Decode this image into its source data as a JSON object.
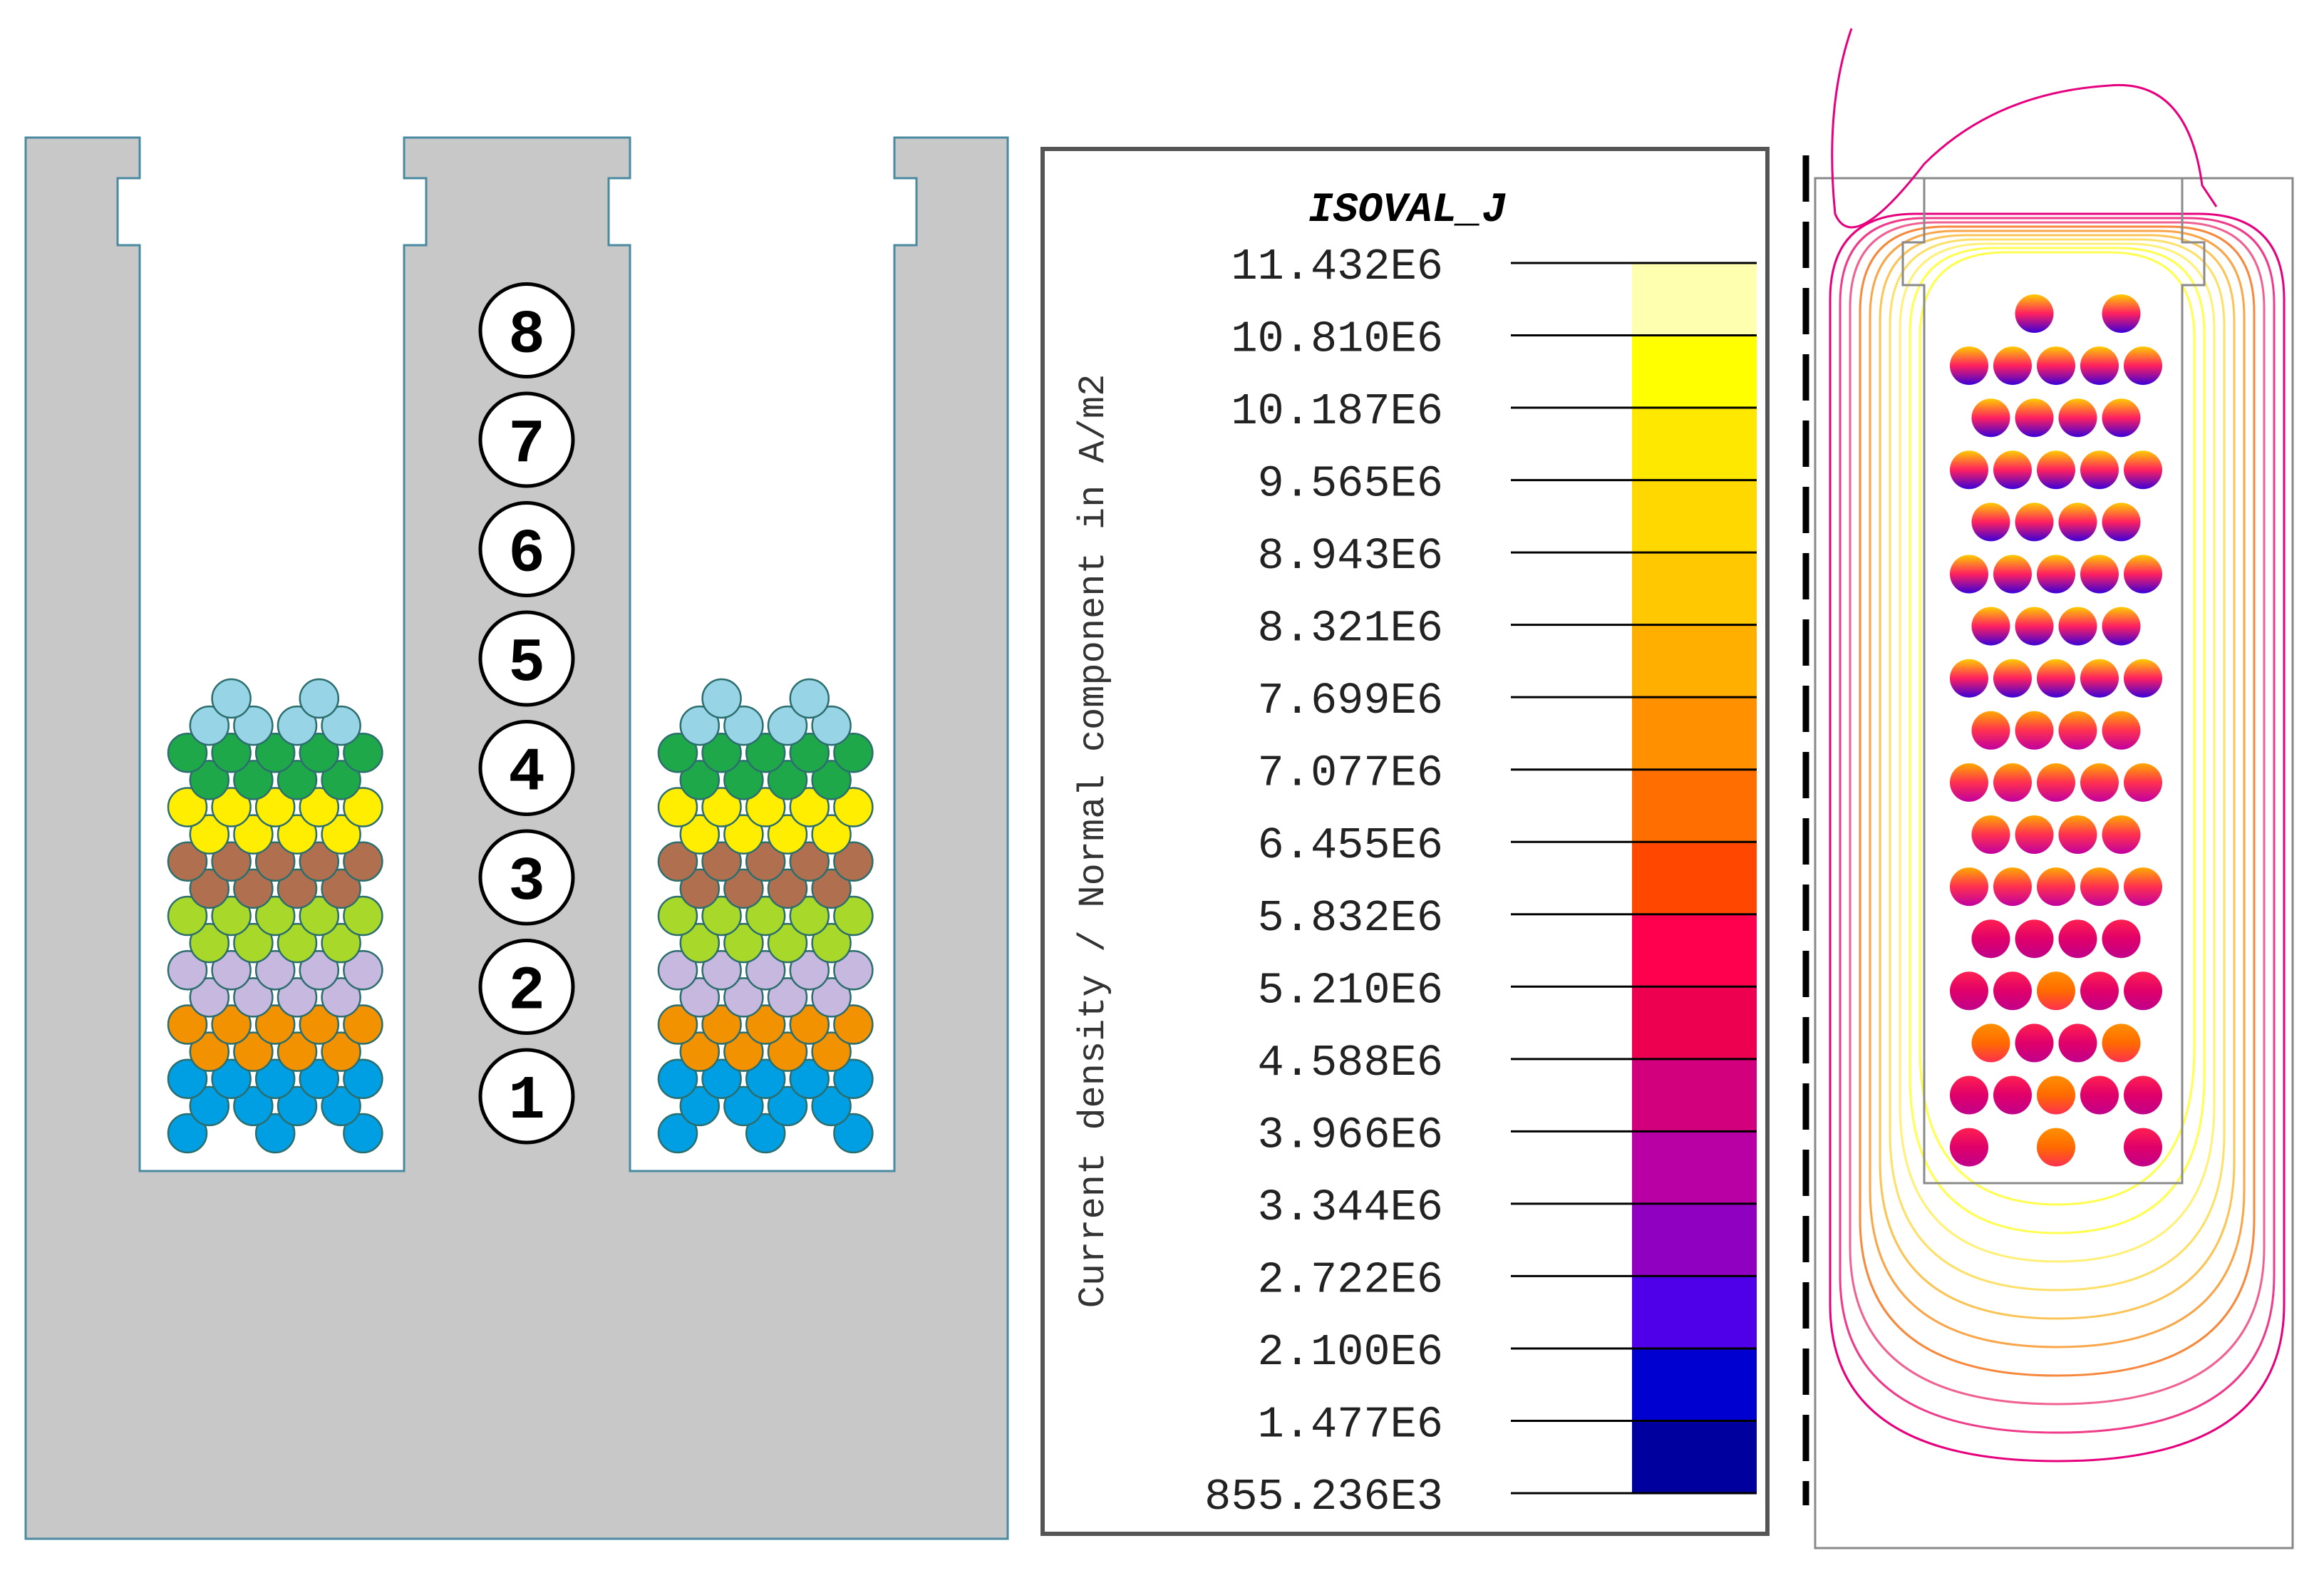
{
  "legend": {
    "title": "ISOVAL_J",
    "axis_label": "Current density / Normal component in A/m2",
    "values": [
      "11.432E6",
      "10.810E6",
      "10.187E6",
      "9.565E6",
      "8.943E6",
      "8.321E6",
      "7.699E6",
      "7.077E6",
      "6.455E6",
      "5.832E6",
      "5.210E6",
      "4.588E6",
      "3.966E6",
      "3.344E6",
      "2.722E6",
      "2.100E6",
      "1.477E6",
      "855.236E3"
    ],
    "colors": [
      "#ffffb0",
      "#ffff00",
      "#ffe800",
      "#ffd800",
      "#ffc800",
      "#ffaf00",
      "#ff9000",
      "#ff6e00",
      "#ff4700",
      "#ff004e",
      "#ee0050",
      "#d2007c",
      "#b800a5",
      "#9000c0",
      "#5000e8",
      "#0000d0",
      "#00009e",
      "#000070"
    ]
  },
  "slot_layers": {
    "numbers": [
      "1",
      "2",
      "3",
      "4",
      "5",
      "6",
      "7",
      "8"
    ],
    "layer_colors": [
      "#009fe3",
      "#f39200",
      "#c7b8e0",
      "#a8d92a",
      "#b07050",
      "#ffee00",
      "#1fa84a",
      "#97d4e6"
    ]
  },
  "field_plot": {
    "contour_colors": [
      "#e6007e",
      "#ee3c8a",
      "#f06292",
      "#f7893f",
      "#f9a64a",
      "#fbc457",
      "#fde06a",
      "#fff07a",
      "#ffff50"
    ]
  }
}
